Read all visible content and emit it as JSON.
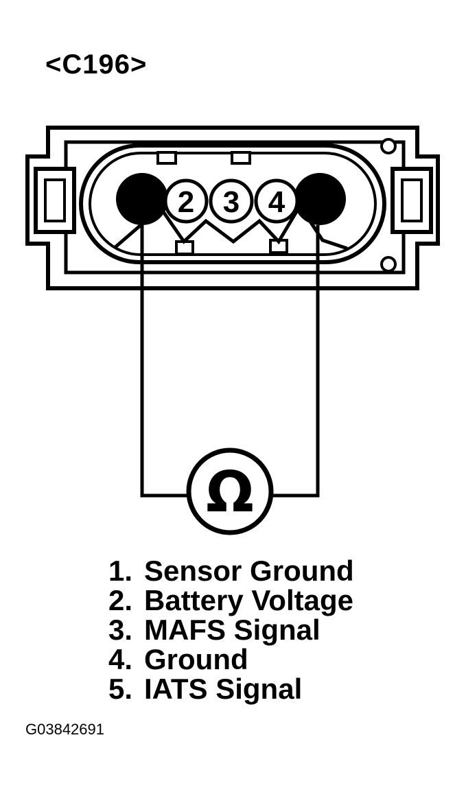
{
  "connector_id": "<C196>",
  "pins": {
    "pin_2": "2",
    "pin_3": "3",
    "pin_4": "4"
  },
  "meter_symbol": "Ω",
  "legend": [
    {
      "num": "1.",
      "label": "Sensor Ground"
    },
    {
      "num": "2.",
      "label": "Battery Voltage"
    },
    {
      "num": "3.",
      "label": "MAFS Signal"
    },
    {
      "num": "4.",
      "label": "Ground"
    },
    {
      "num": "5.",
      "label": "IATS Signal"
    }
  ],
  "figure_code": "G03842691",
  "colors": {
    "ink": "#000000",
    "paper": "#ffffff"
  }
}
